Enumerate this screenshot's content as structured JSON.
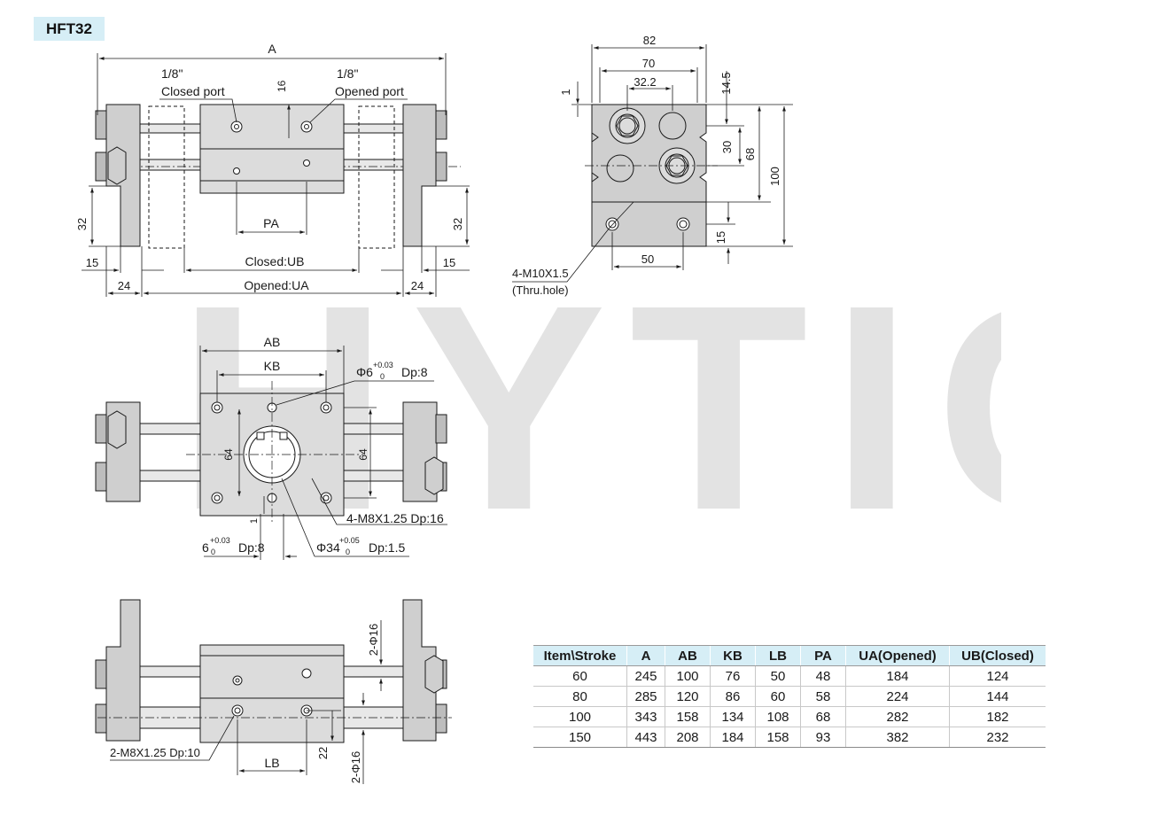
{
  "title": "HFT32",
  "watermark": "HYTIC",
  "top_view": {
    "dim_A": "A",
    "closed_port_size": "1/8\"",
    "closed_port_label": "Closed port",
    "opened_port_size": "1/8\"",
    "opened_port_label": "Opened port",
    "dim_16": "16",
    "dim_PA": "PA",
    "dim_32_left": "32",
    "dim_32_right": "32",
    "dim_15_left": "15",
    "dim_15_right": "15",
    "closed_ub": "Closed:UB",
    "opened_ua": "Opened:UA",
    "dim_24_left": "24",
    "dim_24_right": "24"
  },
  "side_view": {
    "dim_82": "82",
    "dim_70": "70",
    "dim_32_2": "32.2",
    "dim_1": "1",
    "dim_14_5": "14.5",
    "dim_30": "30",
    "dim_68": "68",
    "dim_100": "100",
    "dim_15": "15",
    "dim_50": "50",
    "thread_note": "4-M10X1.5",
    "thru_note": "(Thru.hole)"
  },
  "bottom_view": {
    "dim_AB": "AB",
    "dim_KB": "KB",
    "pin_hole_main": "Φ6",
    "pin_hole_tol_upper": "+0.03",
    "pin_hole_tol_lower": "0",
    "pin_hole_depth": "Dp:8",
    "dim_64_left": "64",
    "dim_64_right": "64",
    "dim_1": "1",
    "thread_note": "4-M8X1.25 Dp:16",
    "slot_main": "6",
    "slot_tol_upper": "+0.03",
    "slot_tol_lower": "0",
    "slot_depth": "Dp:8",
    "bore_main": "Φ34",
    "bore_tol_upper": "+0.05",
    "bore_tol_lower": "0",
    "bore_depth": "Dp:1.5"
  },
  "front_view": {
    "dim_2phi16_top": "2-Φ16",
    "dim_2phi16_bottom": "2-Φ16",
    "thread_note": "2-M8X1.25 Dp:10",
    "dim_LB": "LB",
    "dim_22": "22"
  },
  "spec_table": {
    "headers": [
      "Item\\Stroke",
      "A",
      "AB",
      "KB",
      "LB",
      "PA",
      "UA(Opened)",
      "UB(Closed)"
    ],
    "rows": [
      [
        "60",
        "245",
        "100",
        "76",
        "50",
        "48",
        "184",
        "124"
      ],
      [
        "80",
        "285",
        "120",
        "86",
        "60",
        "58",
        "224",
        "144"
      ],
      [
        "100",
        "343",
        "158",
        "134",
        "108",
        "68",
        "282",
        "182"
      ],
      [
        "150",
        "443",
        "208",
        "184",
        "158",
        "93",
        "382",
        "232"
      ]
    ]
  },
  "colors": {
    "badge_bg": "#d6eef6",
    "body_gray": "#dcdcdc",
    "jaw_gray": "#cfcfcf",
    "line": "#1a1a1a",
    "watermark": "#e3e3e3"
  }
}
